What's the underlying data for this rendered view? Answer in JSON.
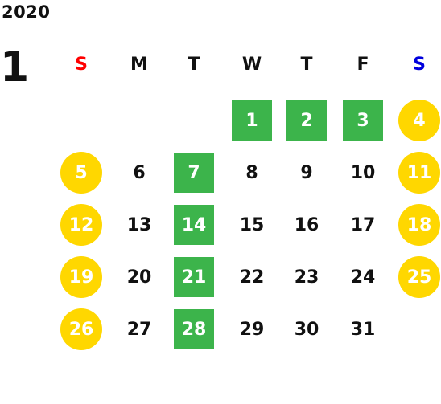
{
  "year": "2020",
  "month": "1",
  "weekdays": [
    "S",
    "M",
    "T",
    "W",
    "T",
    "F",
    "S"
  ],
  "colors": {
    "sunday": "#ff0000",
    "saturday": "#0000dd",
    "highlight_green": "#3cb44b",
    "highlight_yellow": "#ffd700"
  },
  "days": [
    {
      "day": "1",
      "col": 3,
      "row": 0,
      "style": "green"
    },
    {
      "day": "2",
      "col": 4,
      "row": 0,
      "style": "green"
    },
    {
      "day": "3",
      "col": 5,
      "row": 0,
      "style": "green"
    },
    {
      "day": "4",
      "col": 6,
      "row": 0,
      "style": "yellow"
    },
    {
      "day": "5",
      "col": 0,
      "row": 1,
      "style": "yellow"
    },
    {
      "day": "6",
      "col": 1,
      "row": 1,
      "style": "plain"
    },
    {
      "day": "7",
      "col": 2,
      "row": 1,
      "style": "green"
    },
    {
      "day": "8",
      "col": 3,
      "row": 1,
      "style": "plain"
    },
    {
      "day": "9",
      "col": 4,
      "row": 1,
      "style": "plain"
    },
    {
      "day": "10",
      "col": 5,
      "row": 1,
      "style": "plain"
    },
    {
      "day": "11",
      "col": 6,
      "row": 1,
      "style": "yellow"
    },
    {
      "day": "12",
      "col": 0,
      "row": 2,
      "style": "yellow"
    },
    {
      "day": "13",
      "col": 1,
      "row": 2,
      "style": "plain"
    },
    {
      "day": "14",
      "col": 2,
      "row": 2,
      "style": "green"
    },
    {
      "day": "15",
      "col": 3,
      "row": 2,
      "style": "plain"
    },
    {
      "day": "16",
      "col": 4,
      "row": 2,
      "style": "plain"
    },
    {
      "day": "17",
      "col": 5,
      "row": 2,
      "style": "plain"
    },
    {
      "day": "18",
      "col": 6,
      "row": 2,
      "style": "yellow"
    },
    {
      "day": "19",
      "col": 0,
      "row": 3,
      "style": "yellow"
    },
    {
      "day": "20",
      "col": 1,
      "row": 3,
      "style": "plain"
    },
    {
      "day": "21",
      "col": 2,
      "row": 3,
      "style": "green"
    },
    {
      "day": "22",
      "col": 3,
      "row": 3,
      "style": "plain"
    },
    {
      "day": "23",
      "col": 4,
      "row": 3,
      "style": "plain"
    },
    {
      "day": "24",
      "col": 5,
      "row": 3,
      "style": "plain"
    },
    {
      "day": "25",
      "col": 6,
      "row": 3,
      "style": "yellow"
    },
    {
      "day": "26",
      "col": 0,
      "row": 4,
      "style": "yellow"
    },
    {
      "day": "27",
      "col": 1,
      "row": 4,
      "style": "plain"
    },
    {
      "day": "28",
      "col": 2,
      "row": 4,
      "style": "green"
    },
    {
      "day": "29",
      "col": 3,
      "row": 4,
      "style": "plain"
    },
    {
      "day": "30",
      "col": 4,
      "row": 4,
      "style": "plain"
    },
    {
      "day": "31",
      "col": 5,
      "row": 4,
      "style": "plain"
    }
  ]
}
